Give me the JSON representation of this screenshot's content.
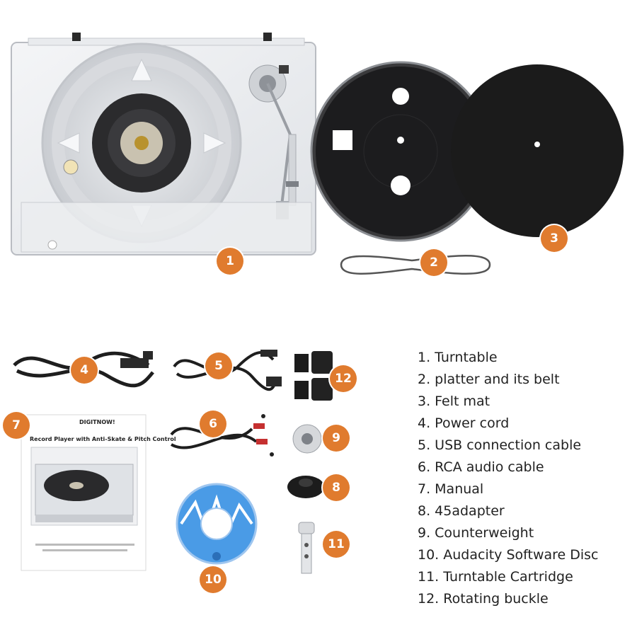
{
  "badge_color": "#e07b2e",
  "badges": {
    "b1": "1",
    "b2": "2",
    "b3": "3",
    "b4": "4",
    "b5": "5",
    "b6": "6",
    "b7": "7",
    "b8": "8",
    "b9": "9",
    "b10": "10",
    "b11": "11",
    "b12": "12"
  },
  "legend": [
    "1. Turntable",
    "2. platter and its belt",
    "3. Felt mat",
    "4. Power cord",
    "5. USB connection cable",
    "6. RCA audio cable",
    "7. Manual",
    "8. 45adapter",
    "9. Counterweight",
    "10. Audacity Software Disc",
    "11. Turntable Cartridge",
    "12. Rotating buckle"
  ],
  "manual": {
    "brand": "DIGITNOW!",
    "title": "Record Player with Anti-Skate & Pitch Control"
  }
}
